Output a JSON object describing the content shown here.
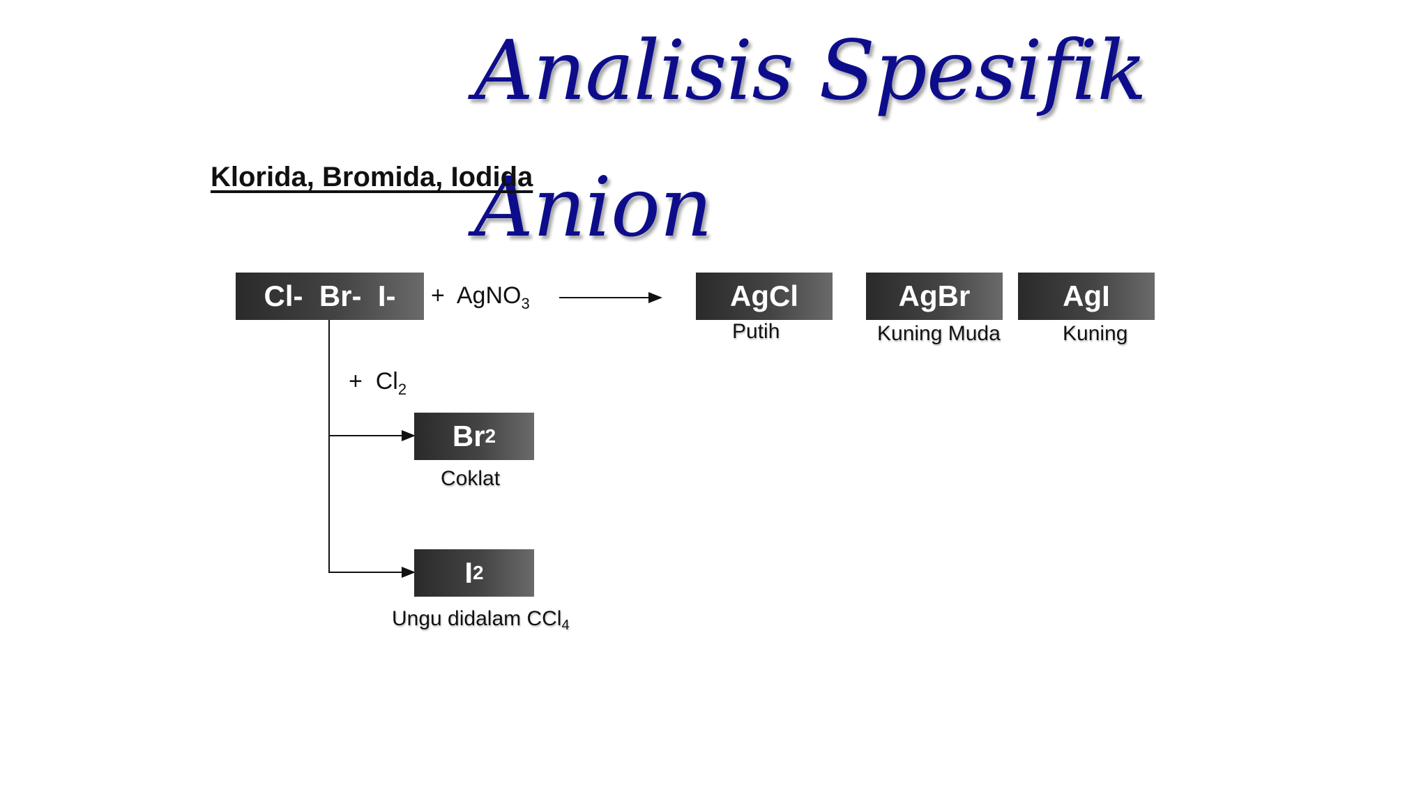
{
  "title": {
    "line1": "Analisis Spesifik",
    "line2": "Anion"
  },
  "subtitle": "Klorida, Bromida, Iodida",
  "reactant": {
    "label": "Cl-  Br-  I-"
  },
  "reagent_agno3": {
    "prefix": "+  AgNO",
    "sub": "3"
  },
  "reagent_cl2": {
    "prefix": "+  Cl",
    "sub": "2"
  },
  "products_silver": [
    {
      "formula": "AgCl",
      "color": "Putih"
    },
    {
      "formula": "AgBr",
      "color": "Kuning Muda"
    },
    {
      "formula": "AgI",
      "color": "Kuning"
    }
  ],
  "product_br2": {
    "base": "Br",
    "sub": "2",
    "color": "Coklat"
  },
  "product_i2": {
    "base": "I",
    "sub": "2",
    "color_prefix": "Ungu didalam CCl",
    "color_sub": "4"
  }
}
